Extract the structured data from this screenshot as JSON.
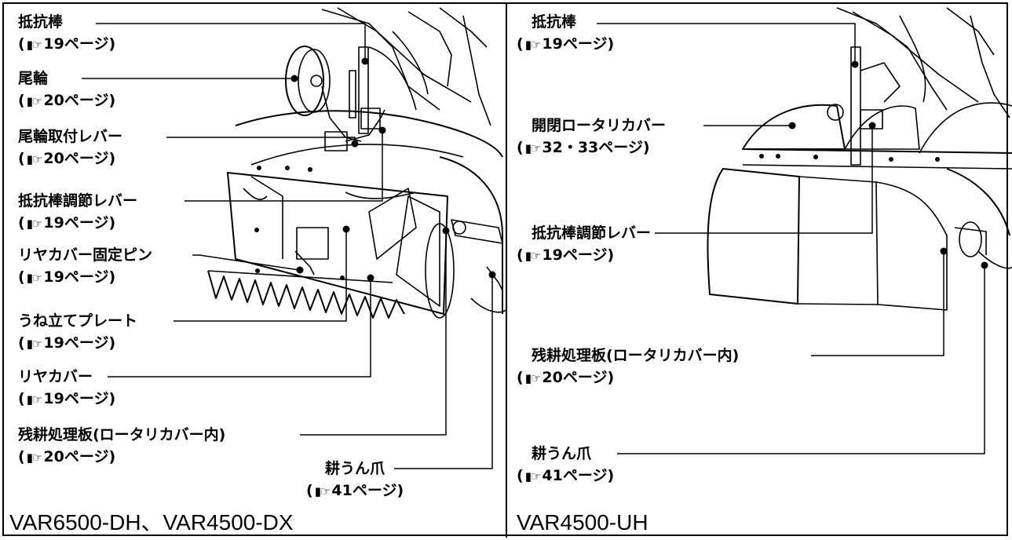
{
  "reference_icon": "pointing-hand-icon",
  "left": {
    "model": "VAR6500-DH、VAR4500-DX",
    "callouts": [
      {
        "label": "抵抗棒",
        "ref": "19ページ"
      },
      {
        "label": "尾輪",
        "ref": "20ページ"
      },
      {
        "label": "尾輪取付レバー",
        "ref": "20ページ"
      },
      {
        "label": "抵抗棒調節レバー",
        "ref": "19ページ"
      },
      {
        "label": "リヤカバー固定ピン",
        "ref": "19ページ"
      },
      {
        "label": "うね立てプレート",
        "ref": "19ページ"
      },
      {
        "label": "リヤカバー",
        "ref": "19ページ"
      },
      {
        "label": "残耕処理板(ロータリカバー内)",
        "ref": "20ページ"
      },
      {
        "label": "耕うん爪",
        "ref": "41ページ"
      }
    ]
  },
  "right": {
    "model": "VAR4500-UH",
    "callouts": [
      {
        "label": "抵抗棒",
        "ref": "19ページ"
      },
      {
        "label": "開閉ロータリカバー",
        "ref": "32・33ページ"
      },
      {
        "label": "抵抗棒調節レバー",
        "ref": "19ページ"
      },
      {
        "label": "残耕処理板(ロータリカバー内)",
        "ref": "20ページ"
      },
      {
        "label": "耕うん爪",
        "ref": "41ページ"
      }
    ]
  }
}
